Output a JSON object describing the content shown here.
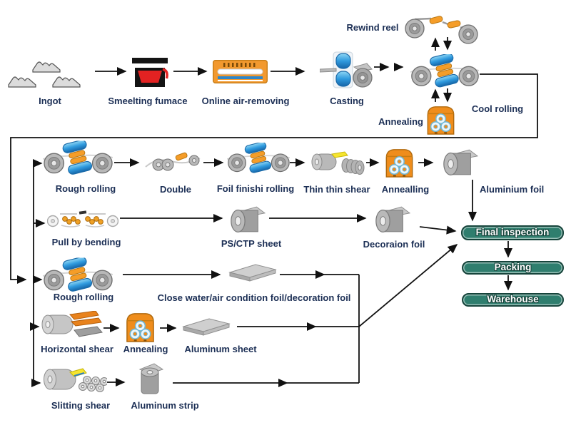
{
  "diagram": {
    "description": "Aluminium foil production process flowchart",
    "colors": {
      "background": "#ffffff",
      "label_text": "#1c2f55",
      "arrow": "#111111",
      "furnace_orange": "#ef8d1c",
      "roller_blue": "#2f9ade",
      "roller_orange": "#f59d28",
      "metal_grey": "#b5b5b5",
      "melt_red": "#e32222",
      "pill_green": "#2f7e6e",
      "pill_text": "#ffffff"
    },
    "nodes": {
      "ingot": {
        "label": "Ingot",
        "icon": "ingot-icon"
      },
      "smelting_furnace": {
        "label": "Smeelting fumace",
        "icon": "smelting-furnace-icon"
      },
      "air_removing": {
        "label": "Online air-removing",
        "icon": "air-removing-icon"
      },
      "casting": {
        "label": "Casting",
        "icon": "casting-icon"
      },
      "rewind_reel": {
        "label": "Rewind reel",
        "icon": "rewind-reel-icon"
      },
      "cool_rolling": {
        "label": "Cool rolling",
        "icon": "rolling-mill-icon"
      },
      "annealing_top": {
        "label": "Annealing",
        "icon": "annealing-furnace-icon"
      },
      "rough_rolling_1": {
        "label": "Rough rolling",
        "icon": "rolling-mill-icon"
      },
      "double": {
        "label": "Double",
        "icon": "double-icon"
      },
      "foil_finish": {
        "label": "Foil finishi rolling",
        "icon": "rolling-mill-icon"
      },
      "thin_thin_shear": {
        "label": "Thin thin shear",
        "icon": "thin-shear-icon"
      },
      "annealling_2": {
        "label": "Annealling",
        "icon": "annealing-furnace-icon"
      },
      "aluminium_foil": {
        "label": "Aluminium foil",
        "icon": "foil-roll-icon"
      },
      "pull_by_bending": {
        "label": "Pull by bending",
        "icon": "pull-bending-icon"
      },
      "ps_ctp_sheet": {
        "label": "PS/CTP sheet",
        "icon": "foil-roll-icon"
      },
      "decoration_foil": {
        "label": "Decoraion foil",
        "icon": "foil-roll-icon"
      },
      "rough_rolling_2": {
        "label": "Rough rolling",
        "icon": "rolling-mill-icon"
      },
      "close_water_foil": {
        "label": "Close water/air condition foil/decoration foil",
        "icon": "sheet-icon"
      },
      "horizontal_shear": {
        "label": "Horizontal shear",
        "icon": "horizontal-shear-icon"
      },
      "annealing_3": {
        "label": "Annealing",
        "icon": "annealing-furnace-icon"
      },
      "aluminum_sheet": {
        "label": "Aluminum sheet",
        "icon": "sheet-icon"
      },
      "slitting_shear": {
        "label": "Slitting shear",
        "icon": "slitting-shear-icon"
      },
      "aluminum_strip": {
        "label": "Aluminum strip",
        "icon": "strip-roll-icon"
      },
      "final_inspection": {
        "label": "Final inspection",
        "shape": "pill"
      },
      "packing": {
        "label": "Packing",
        "shape": "pill"
      },
      "warehouse": {
        "label": "Warehouse",
        "shape": "pill"
      }
    }
  }
}
